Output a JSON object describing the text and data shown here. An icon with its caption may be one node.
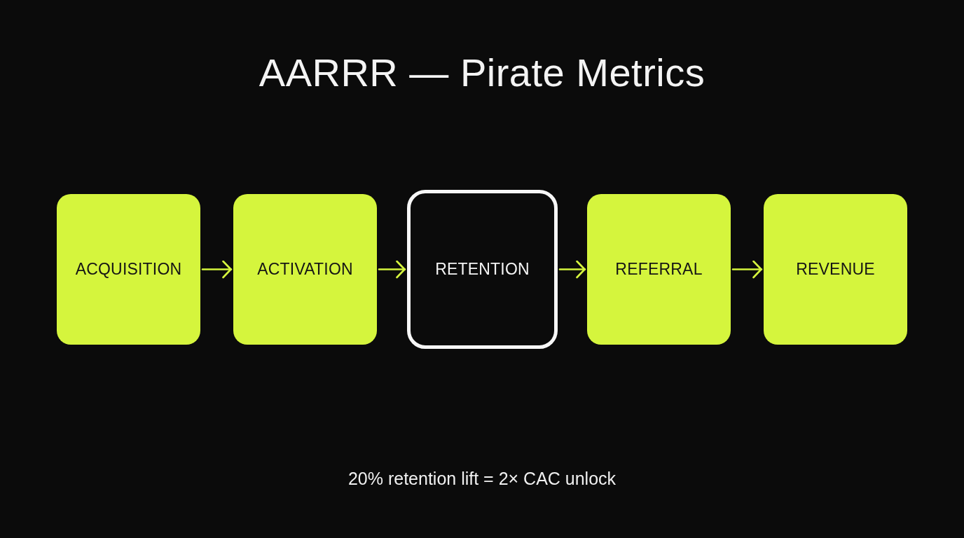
{
  "diagram": {
    "title": "AARRR — Pirate Metrics",
    "nodes": [
      {
        "text": [
          "ACQUISITION"
        ]
      },
      {
        "text": [
          "ACTIVATION"
        ]
      },
      {
        "text": [
          "RETENTION"
        ]
      },
      {
        "text": [
          "REFERRAL"
        ]
      },
      {
        "text": [
          "REVENUE"
        ]
      }
    ],
    "edges": [
      {
        "from": 0,
        "to": 1,
        "arrow": "to"
      },
      {
        "from": 1,
        "to": 2,
        "arrow": "to"
      },
      {
        "from": 2,
        "to": 3,
        "arrow": "to"
      },
      {
        "from": 3,
        "to": 4,
        "arrow": "to"
      }
    ],
    "labels": [
      "20% retention lift = 2× CAC unlock"
    ]
  }
}
